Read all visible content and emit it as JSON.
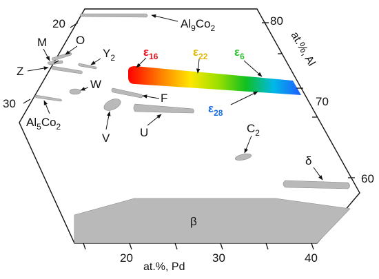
{
  "axes": {
    "al": {
      "title": "at.%, Al",
      "ticks": [
        "80",
        "70",
        "60"
      ]
    },
    "pd": {
      "title": "at.%, Pd",
      "ticks": [
        "20",
        "30",
        "40"
      ]
    },
    "left": {
      "ticks": [
        "20",
        "30"
      ]
    }
  },
  "phases": {
    "al9co2": {
      "base": "Al",
      "sub1": "9",
      "mid": "Co",
      "sub2": "2"
    },
    "al5co2": {
      "base": "Al",
      "sub1": "5",
      "mid": "Co",
      "sub2": "2"
    },
    "o": "O",
    "m": "M",
    "y2": {
      "base": "Y",
      "sub": "2"
    },
    "z": "Z",
    "w": "W",
    "f": "F",
    "u": "U",
    "v": "V",
    "c2": {
      "base": "C",
      "sub": "2"
    },
    "delta": "δ",
    "beta": "β"
  },
  "epsilon": [
    {
      "base": "ε",
      "sub": "16",
      "color": "#e8101a"
    },
    {
      "base": "ε",
      "sub": "22",
      "color": "#e8c400"
    },
    {
      "base": "ε",
      "sub": "6",
      "color": "#2fbf2f"
    },
    {
      "base": "ε",
      "sub": "28",
      "color": "#1a6fe0"
    }
  ],
  "colors": {
    "phase_fill": "#b9b9b9",
    "band_gradient": [
      "#ff0000",
      "#ff8c00",
      "#ffe600",
      "#8ee000",
      "#10c020",
      "#00b0ff",
      "#2060ff"
    ]
  }
}
